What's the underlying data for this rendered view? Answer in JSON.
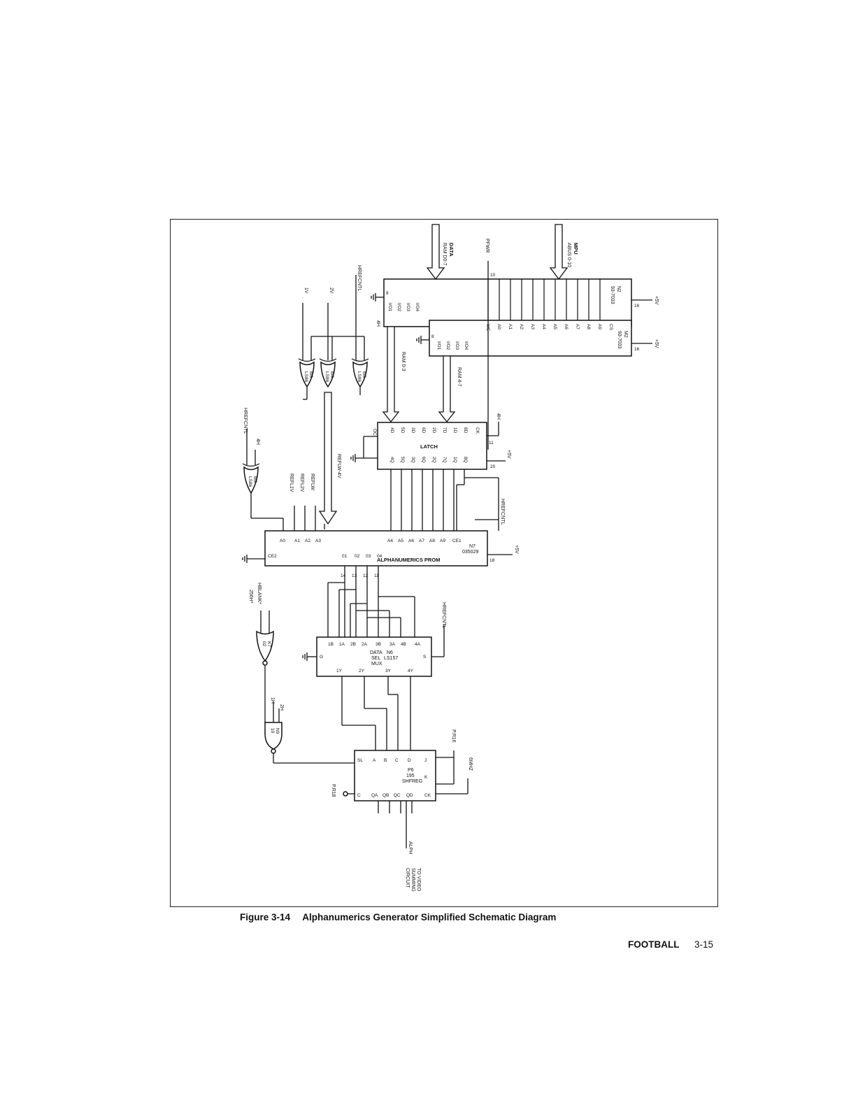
{
  "figure": {
    "number": "Figure 3-14",
    "title": "Alphanumerics Generator Simplified Schematic Diagram"
  },
  "footer": {
    "section": "FOOTBALL",
    "page": "3-15"
  },
  "schematic": {
    "buses": {
      "data": [
        "DATA",
        "RAM D0-7"
      ],
      "mpu": [
        "MPU",
        "ABUS 0-10"
      ],
      "ram03": "RAM 0-3",
      "ram47": "RAM 4-7",
      "reflw4v": "REFLW-4V"
    },
    "signals": {
      "pfwr": "PFWR",
      "hrefcntl": "HREFCNTL",
      "v1": "1V",
      "v2": "2V",
      "h4": "4H",
      "reflw": "REFLW",
      "refl2v": "REFL2V",
      "refl1v": "REFL1V",
      "hblank": "HBLANK*",
      "h256": "256H*",
      "h1": "1H",
      "h2": "2H",
      "mhz6": "6MHZ",
      "pr16": "P.R16",
      "pr18": "P.R18",
      "alph": "ALPH",
      "video": [
        "TO VIDEO",
        "SUMMING",
        "CIRCUIT"
      ],
      "plus5v": "+5V"
    },
    "chips": {
      "n2": [
        "N2",
        "93-7033"
      ],
      "m2": [
        "M2",
        "93-7033"
      ],
      "latch": "LATCH",
      "prom": "ALPHANUMERICS PROM",
      "n7": [
        "N7",
        "035029"
      ],
      "mux": [
        "N6",
        "LS157",
        "DATA",
        "SEL",
        "MUX"
      ],
      "shift": [
        "P6",
        "195",
        "SHFREG"
      ],
      "m8": [
        "M8",
        "LS86"
      ],
      "k7": [
        "K7",
        "02"
      ],
      "n9": [
        "N9",
        "10"
      ]
    },
    "pins": {
      "ram_a": [
        "A0",
        "A1",
        "A2",
        "A3",
        "A4",
        "A5",
        "A6",
        "A7",
        "A8",
        "A9"
      ],
      "ram_io": [
        "I/O1",
        "I/O2",
        "I/O3",
        "I/O4"
      ],
      "ram_ctl": [
        "WE",
        "CS"
      ],
      "latch_d": [
        "4D",
        "5D",
        "3D",
        "6D",
        "2D",
        "7D",
        "1D",
        "8D"
      ],
      "latch_q": [
        "4Q",
        "5Q",
        "3Q",
        "6Q",
        "2Q",
        "7Q",
        "1Q",
        "8Q"
      ],
      "latch_ctl": [
        "OC",
        "CK"
      ],
      "prom_a": [
        "A0",
        "A1",
        "A2",
        "A3",
        "A4",
        "A5",
        "A6",
        "A7",
        "A8",
        "A9"
      ],
      "prom_o": [
        "01",
        "02",
        "03",
        "04"
      ],
      "prom_ctl": [
        "CE1",
        "CE2"
      ],
      "mux_in": [
        "1B",
        "1A",
        "2B",
        "2A",
        "3B",
        "3A",
        "4B",
        "4A"
      ],
      "mux_out": [
        "1Y",
        "2Y",
        "3Y",
        "4Y"
      ],
      "mux_ctl": [
        "G",
        "S"
      ],
      "sh_in": [
        "SL",
        "A",
        "B",
        "C",
        "D",
        "J",
        "K",
        "CK"
      ],
      "sh_out": [
        "C",
        "QA",
        "QB",
        "QC",
        "QD"
      ]
    }
  }
}
